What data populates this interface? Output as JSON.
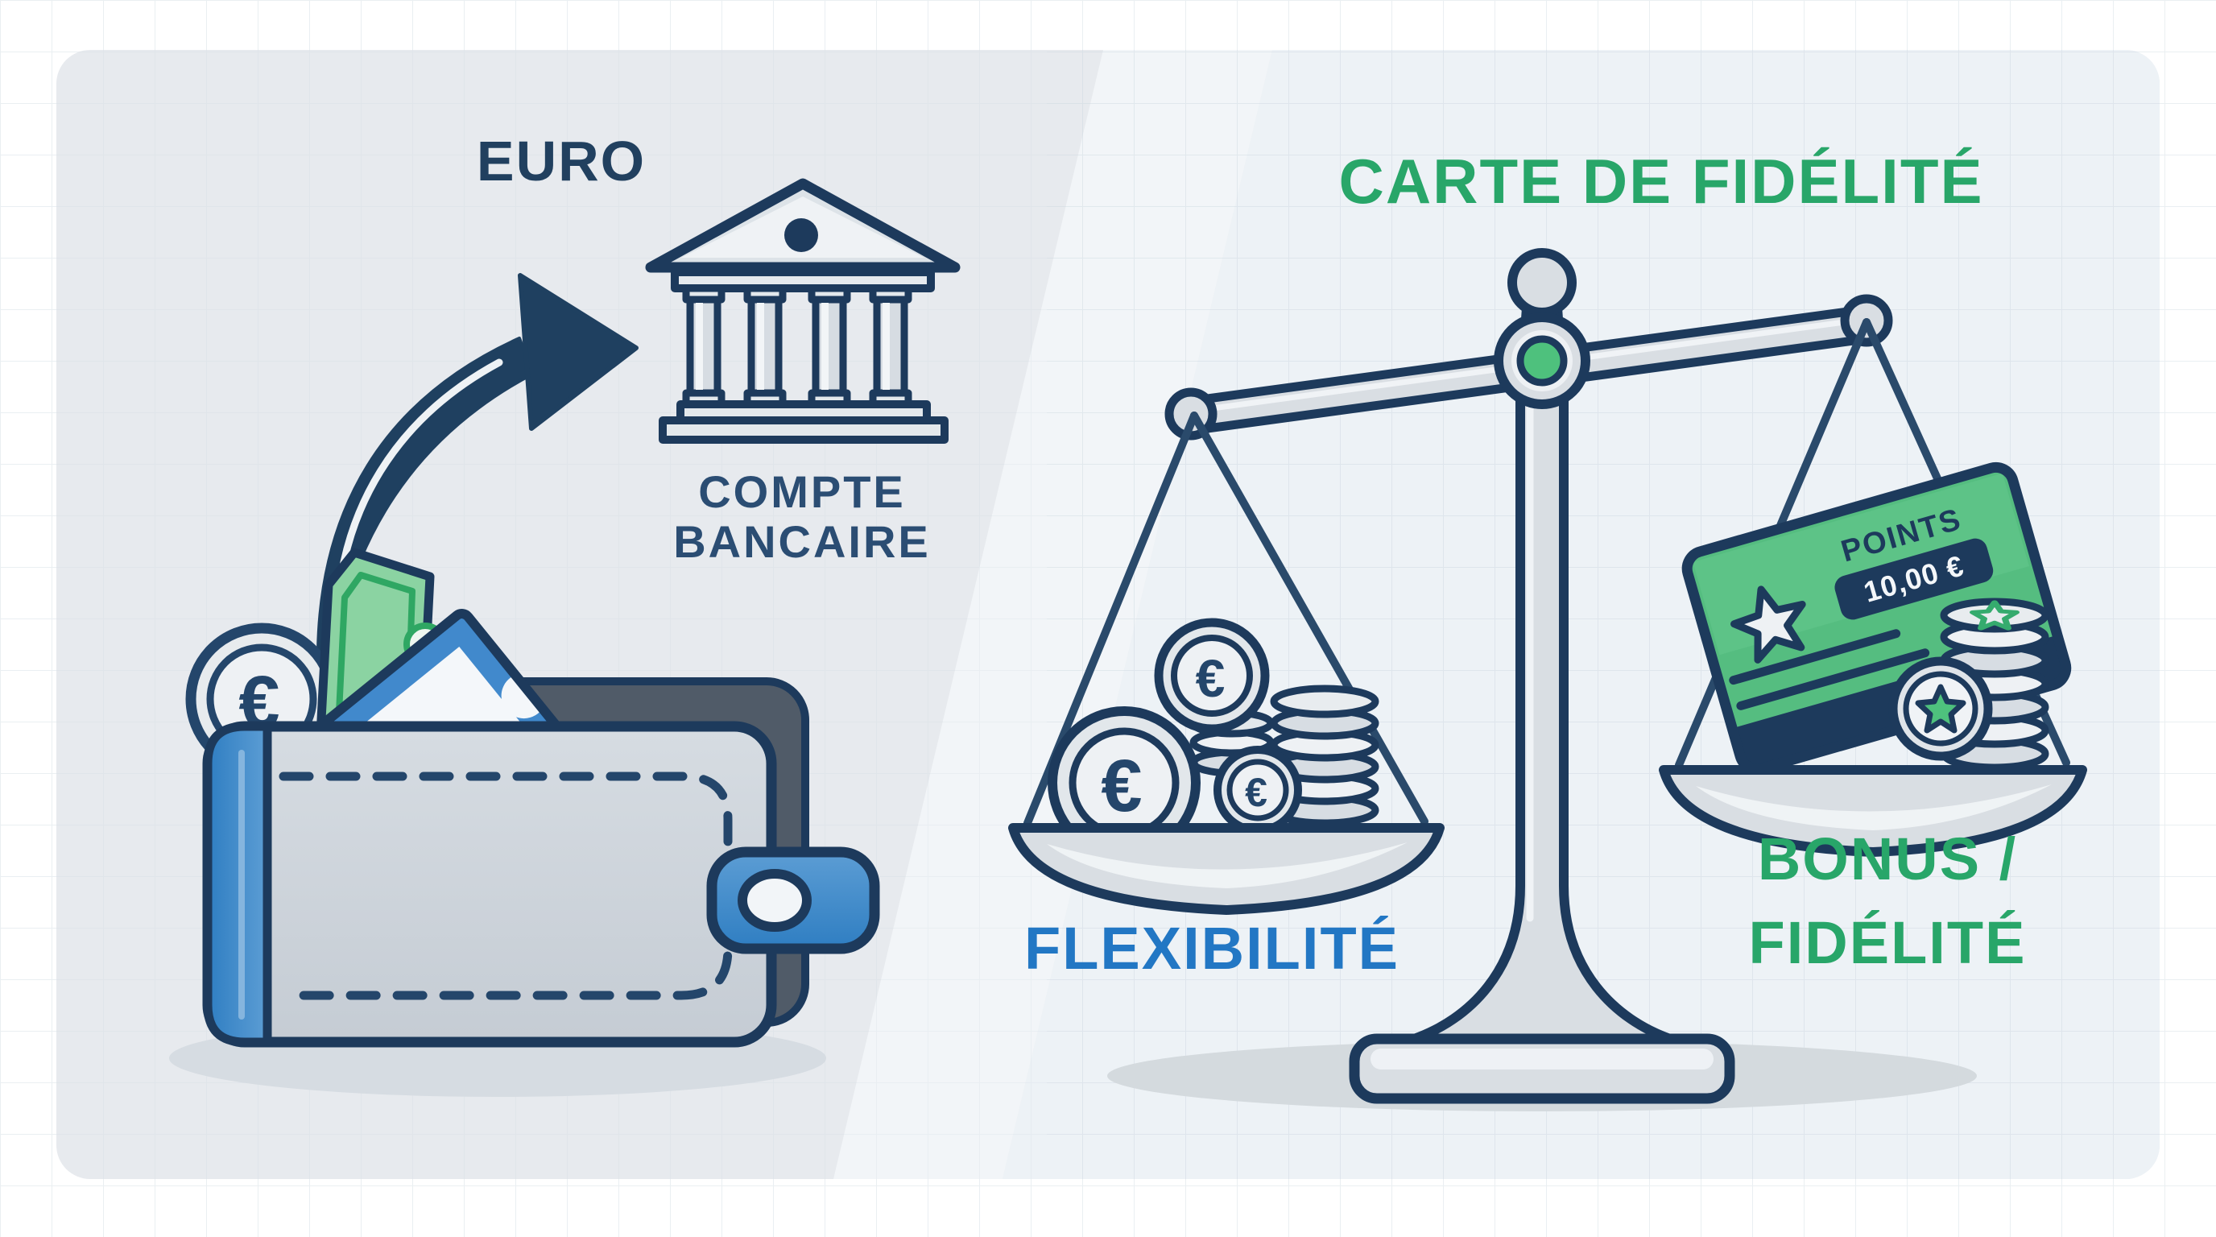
{
  "titles": {
    "left": "EURO",
    "right": "CARTE DE FIDÉLITÉ"
  },
  "bank": {
    "label_line1": "COMPTE",
    "label_line2": "BANCAIRE"
  },
  "scale": {
    "left_pan_label": "FLEXIBILITÉ",
    "right_pan_label_line1": "BONUS /",
    "right_pan_label_line2": "FIDÉLITÉ"
  },
  "loyalty_card": {
    "points_label": "POINTS",
    "value": "10,00 €"
  },
  "symbols": {
    "euro": "€"
  },
  "colors": {
    "navy_outline": "#1d3a5c",
    "navy_text": "#21405f",
    "green_accent": "#28a669",
    "card_green": "#55bd80",
    "blue_text": "#2277c4",
    "bill_blue": "#4189cc",
    "wallet_blue": "#3e87c8",
    "silver": "#d9dee3",
    "panel_left": "#e7eaee",
    "panel_right": "#edf2f6",
    "pivot_green": "#4ec17d"
  }
}
